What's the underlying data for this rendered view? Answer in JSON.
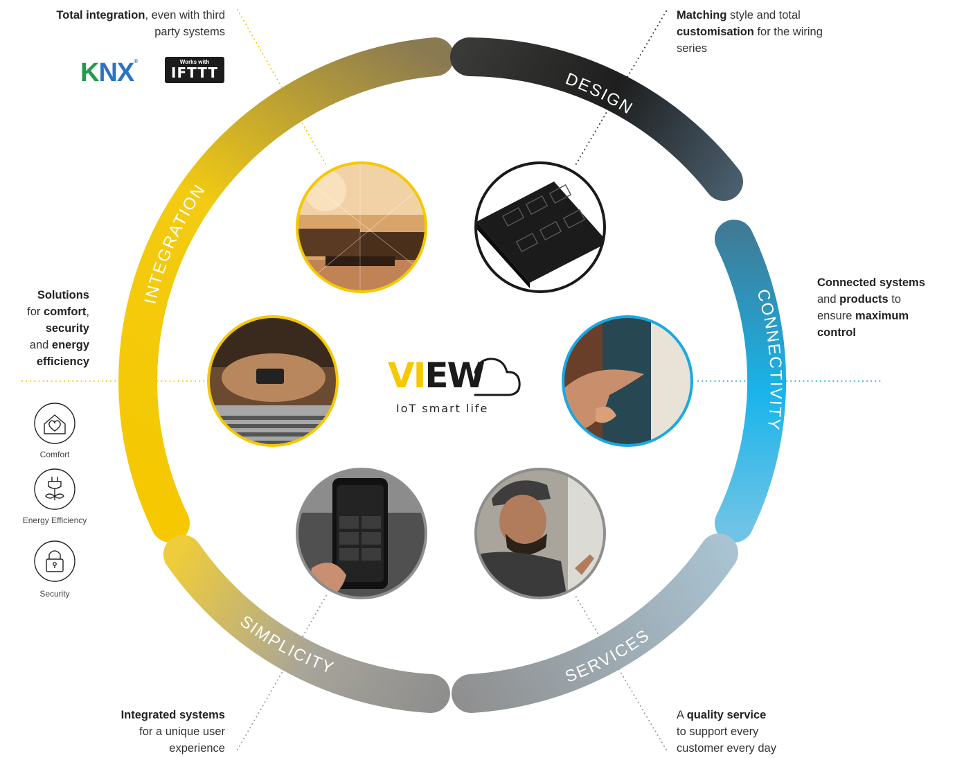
{
  "segments": [
    {
      "id": "integration",
      "label": "INTEGRATION"
    },
    {
      "id": "design",
      "label": "DESIGN"
    },
    {
      "id": "connectivity",
      "label": "CONNECTIVITY"
    },
    {
      "id": "services",
      "label": "SERVICES"
    },
    {
      "id": "simplicity",
      "label": "SIMPLICITY"
    }
  ],
  "notes": {
    "integration": {
      "bold": "Total integration",
      "rest1": ", even with third",
      "line2": "party systems"
    },
    "design": {
      "bold1": "Matching",
      "rest1": " style and total",
      "bold2": "customisation",
      "rest2": " for the wiring",
      "line3": "series"
    },
    "connectivity": {
      "bold1": "Connected systems",
      "pre2": "and ",
      "bold2": "products",
      "rest2": " to",
      "pre3": "ensure ",
      "bold3": "maximum",
      "bold4": "control"
    },
    "solutions": {
      "bold1": "Solutions",
      "pre2": "for ",
      "bold2": "comfort",
      "rest2": ",",
      "bold3": "security",
      "pre4": "and ",
      "bold4": "energy",
      "bold5": "efficiency"
    },
    "simplicity": {
      "bold": "Integrated systems",
      "line2": "for a unique user",
      "line3": "experience"
    },
    "services": {
      "pre": "A ",
      "bold": "quality service",
      "line2": "to support every",
      "line3": "customer every day"
    }
  },
  "badges": {
    "knx": {
      "k": "K",
      "n": "N",
      "x": "X",
      "reg": "®"
    },
    "ifttt": {
      "small": "Works with",
      "big": "IFTTT"
    }
  },
  "icons": [
    {
      "name": "heart-home-icon",
      "caption": "Comfort"
    },
    {
      "name": "plug-leaf-icon",
      "caption": "Energy Efficiency"
    },
    {
      "name": "lock-icon",
      "caption": "Security"
    }
  ],
  "logo": {
    "vi": "VI",
    "ew": "EW",
    "tagline": "IoT smart life"
  },
  "colors": {
    "yellow": "#f5c800",
    "dark": "#1e1e1e",
    "blue": "#19b4ea",
    "grey": "#8e8e8e",
    "slate": "#6e8da0"
  }
}
